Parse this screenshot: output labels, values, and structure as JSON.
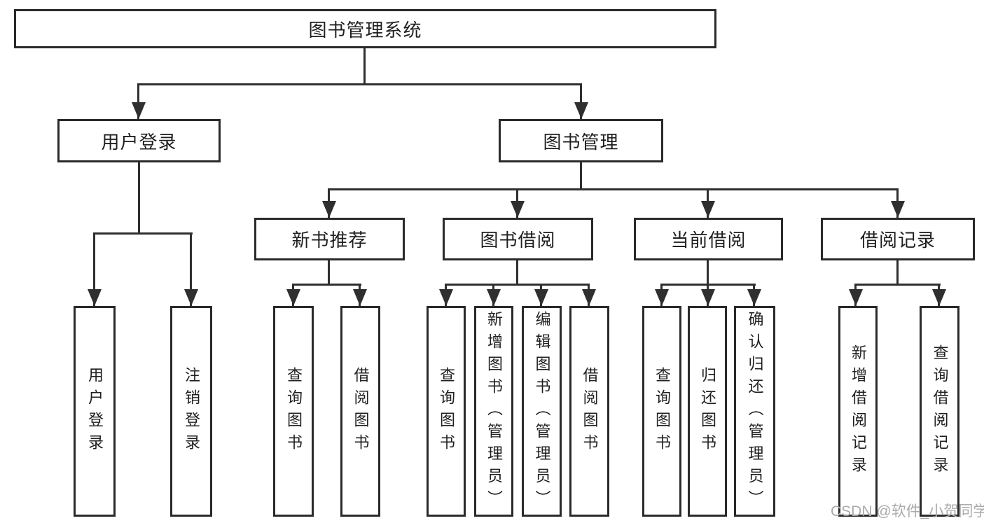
{
  "diagram_type": "hierarchy-tree",
  "tree": {
    "label": "图书管理系统",
    "children": [
      {
        "label": "用户登录",
        "children": [
          {
            "label": "用户登录"
          },
          {
            "label": "注销登录"
          }
        ]
      },
      {
        "label": "图书管理",
        "children": [
          {
            "label": "新书推荐",
            "children": [
              {
                "label": "查询图书"
              },
              {
                "label": "借阅图书"
              }
            ]
          },
          {
            "label": "图书借阅",
            "children": [
              {
                "label": "查询图书"
              },
              {
                "label": "新增图书（管理员）"
              },
              {
                "label": "编辑图书（管理员）"
              },
              {
                "label": "借阅图书"
              }
            ]
          },
          {
            "label": "当前借阅",
            "children": [
              {
                "label": "查询图书"
              },
              {
                "label": "归还图书"
              },
              {
                "label": "确认归还（管理员）"
              }
            ]
          },
          {
            "label": "借阅记录",
            "children": [
              {
                "label": "新增借阅记录"
              },
              {
                "label": "查询借阅记录"
              }
            ]
          }
        ]
      }
    ]
  },
  "watermark": "CSDN @软件_小贺同学",
  "colors": {
    "line": "#2f2f2f",
    "border": "#2a2a2a",
    "text": "#1f1f1f",
    "watermark": "#ababab",
    "bg": "#ffffff"
  }
}
